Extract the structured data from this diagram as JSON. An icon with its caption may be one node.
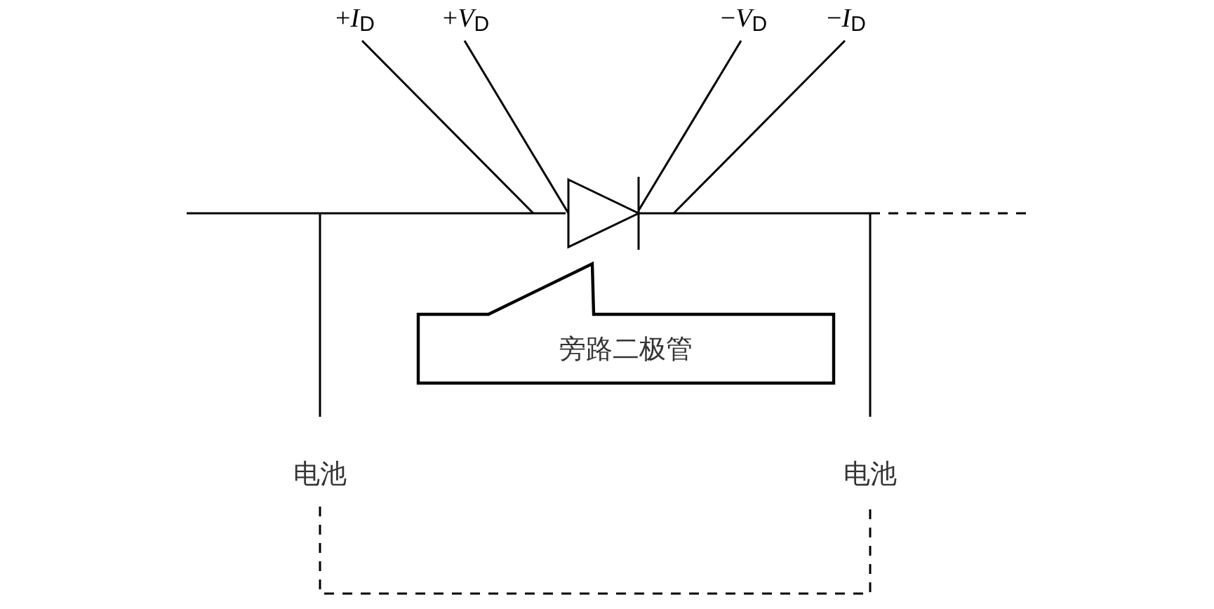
{
  "diagram": {
    "nodes": [
      {
        "text": [
          "+*I*$_{D}$"
        ]
      },
      {
        "text": [
          "+*V*$_{D}$"
        ]
      },
      {
        "text": [
          "−*V*$_{D}$"
        ]
      },
      {
        "text": [
          "−*I*$_{D}$"
        ]
      },
      {
        "text": [],
        "shape": "diode"
      },
      {
        "text": [
          "旁路二极管"
        ]
      },
      {
        "text": [
          "电池"
        ]
      },
      {
        "text": [
          "电池"
        ]
      }
    ],
    "edges": [
      {
        "from": 0,
        "to": null,
        "arrow": "none"
      },
      {
        "from": 1,
        "to": 4,
        "arrow": "none"
      },
      {
        "from": 2,
        "to": 4,
        "arrow": "none"
      },
      {
        "from": 3,
        "to": null,
        "arrow": "none"
      },
      {
        "from": 6,
        "to": 7,
        "arrow": "none",
        "style": "dashed"
      }
    ]
  }
}
